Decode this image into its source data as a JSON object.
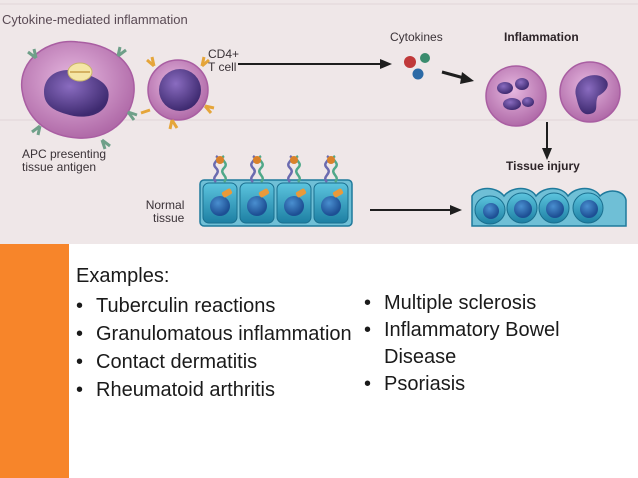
{
  "figure": {
    "title": "Cytokine-mediated inflammation",
    "cd4_label_line1": "CD4+",
    "cd4_label_line2": "T cell",
    "cytokines_label": "Cytokines",
    "inflammation_label": "Inflammation",
    "apc_label_line1": "APC presenting",
    "apc_label_line2": "tissue antigen",
    "tissue_injury_label": "Tissue injury",
    "normal_tissue_line1": "Normal",
    "normal_tissue_line2": "tissue"
  },
  "colors": {
    "accent_orange": "#f7852a",
    "figure_background": "#efe7e8",
    "cell_purple": "#c98ac4",
    "nucleus_purple": "#5b3f8e",
    "tissue_teal": "#2fa6c8"
  },
  "slide": {
    "examples_heading": "Examples:",
    "bullet_glyph": "•",
    "left_list": [
      "Tuberculin reactions",
      "Granulomatous inflammation",
      "Contact dermatitis",
      "Rheumatoid arthritis"
    ],
    "right_list": [
      "Multiple sclerosis",
      "Inflammatory Bowel Disease",
      "Psoriasis"
    ],
    "right_list_item2_line1": "Inflammatory Bowel",
    "right_list_item2_line2": "Disease"
  }
}
